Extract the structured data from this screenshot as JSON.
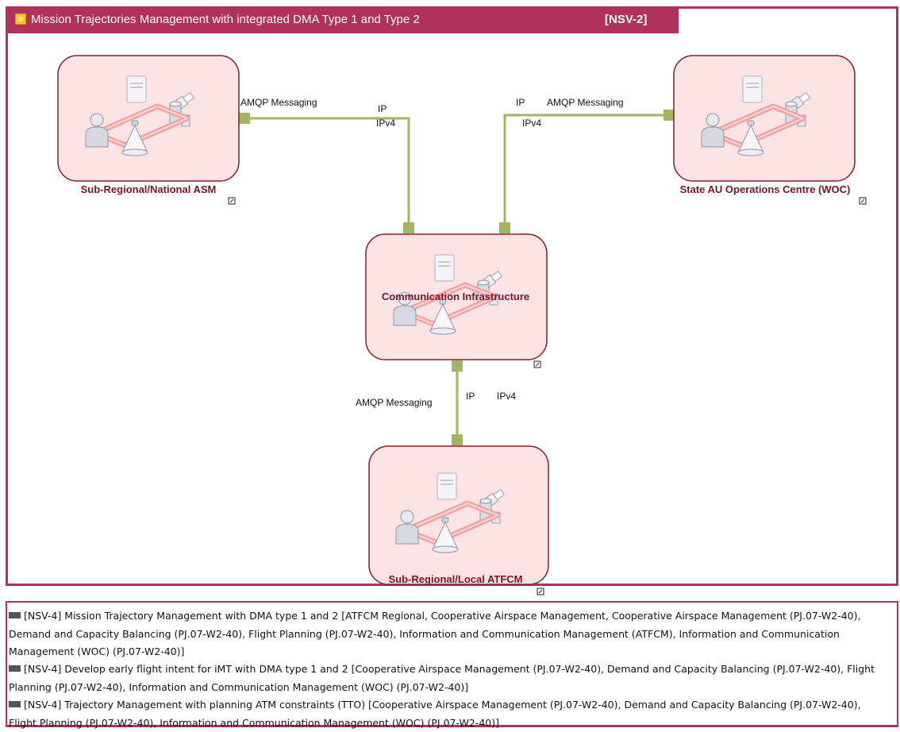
{
  "diagram": {
    "title": "Mission Trajectories Management with integrated DMA Type 1 and Type 2",
    "tag": "[NSV-2]",
    "colors": {
      "frame": "#b0315a",
      "node_fill": "#fde4e4",
      "node_border": "#8a1c2a",
      "node_label": "#7a1424",
      "connector": "#a5b363"
    },
    "nodes": [
      {
        "id": "sub-regional-national-asm",
        "label": "Sub-Regional/National ASM"
      },
      {
        "id": "state-au-operations-centre",
        "label": "State AU Operations Centre (WOC)"
      },
      {
        "id": "communication-infrastructure",
        "label": "Communication Infrastructure"
      },
      {
        "id": "sub-regional-local-atfcm",
        "label": "Sub-Regional/Local ATFCM"
      }
    ],
    "connectors": [
      {
        "from": "sub-regional-national-asm",
        "to": "communication-infrastructure",
        "labels": [
          "AMQP Messaging",
          "IP",
          "IPv4"
        ]
      },
      {
        "from": "state-au-operations-centre",
        "to": "communication-infrastructure",
        "labels": [
          "IP",
          "AMQP Messaging",
          "IPv4"
        ]
      },
      {
        "from": "communication-infrastructure",
        "to": "sub-regional-local-atfcm",
        "labels": [
          "AMQP Messaging",
          "IP",
          "IPv4"
        ]
      }
    ]
  },
  "notes": [
    "[NSV-4] Mission Trajectory Management with DMA type 1 and 2 [ATFCM Regional, Cooperative Airspace Management, Cooperative Airspace Management (PJ.07-W2-40), Demand and Capacity Balancing (PJ.07-W2-40), Flight Planning (PJ.07-W2-40), Information and Communication Management (ATFCM), Information and Communication Management (WOC) (PJ.07-W2-40)]",
    "[NSV-4] Develop early flight intent for iMT with DMA type 1 and 2 [Cooperative Airspace Management (PJ.07-W2-40), Demand and Capacity Balancing (PJ.07-W2-40), Flight Planning (PJ.07-W2-40), Information and Communication Management (WOC) (PJ.07-W2-40)]",
    "[NSV-4] Trajectory Management with planning ATM constraints (TTO) [Cooperative Airspace Management (PJ.07-W2-40), Demand and Capacity Balancing (PJ.07-W2-40), Flight Planning (PJ.07-W2-40), Information and Communication Management (WOC) (PJ.07-W2-40)]"
  ]
}
